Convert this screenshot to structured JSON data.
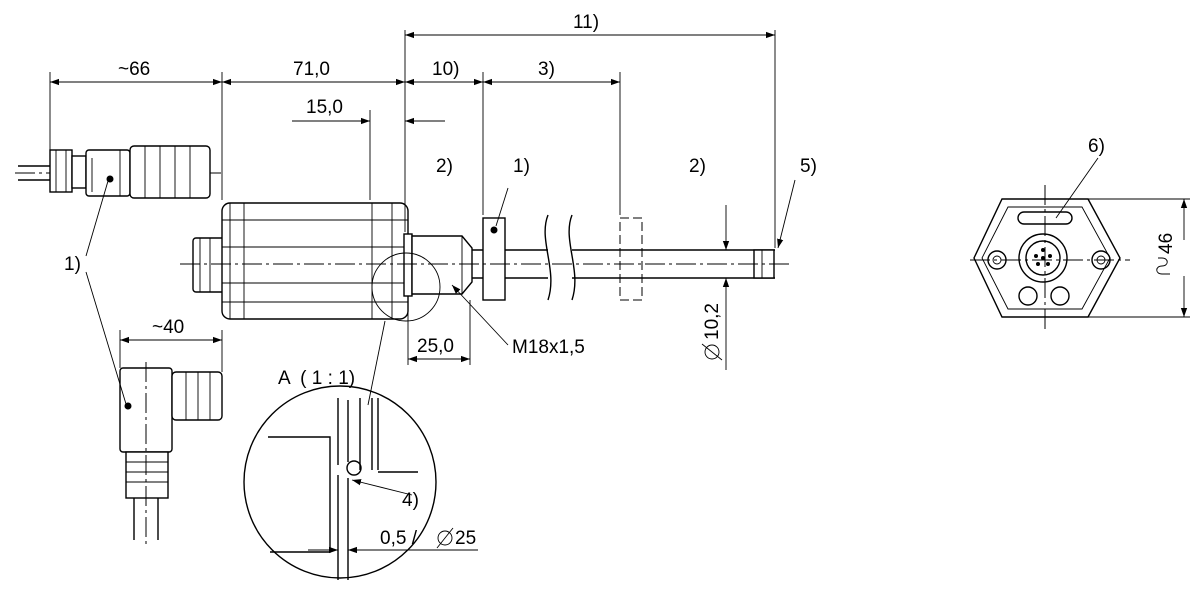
{
  "dimensions": {
    "overall_length": "11)",
    "cable_connector_length": "~66",
    "housing_length": "71,0",
    "flange_offset": "15,0",
    "null_zone": "10)",
    "measuring_range": "3)",
    "angled_connector_length": "~40",
    "thread_length": "25,0",
    "rod_diameter": "10,2",
    "wrench_size": "46",
    "detail_clearance": "0,5 /",
    "detail_diameter": "25"
  },
  "labels": {
    "straight_connector": "1)",
    "angled_connector": "1)",
    "position_magnet": "1)",
    "zone_left": "2)",
    "zone_right": "2)",
    "seal": "4)",
    "rod_end": "5)",
    "led": "6)",
    "thread": "M18x1,5",
    "detail_title": "A  ( 1 : 1)"
  },
  "symbols": {
    "diameter": "diameter-icon",
    "wrench": "wrench-icon"
  }
}
